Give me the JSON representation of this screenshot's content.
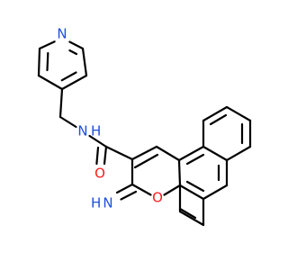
{
  "colors": {
    "background": "#ffffff",
    "bond": "#000000",
    "nitrogen": "#1f4ee0",
    "oxygen": "#ff1a1a"
  },
  "atoms": {
    "pyridine_n": "N",
    "amide_n": "N",
    "amide_h": "H",
    "carbonyl_o": "O",
    "imine_n": "N",
    "imine_h": "H",
    "ring_o": "O"
  }
}
